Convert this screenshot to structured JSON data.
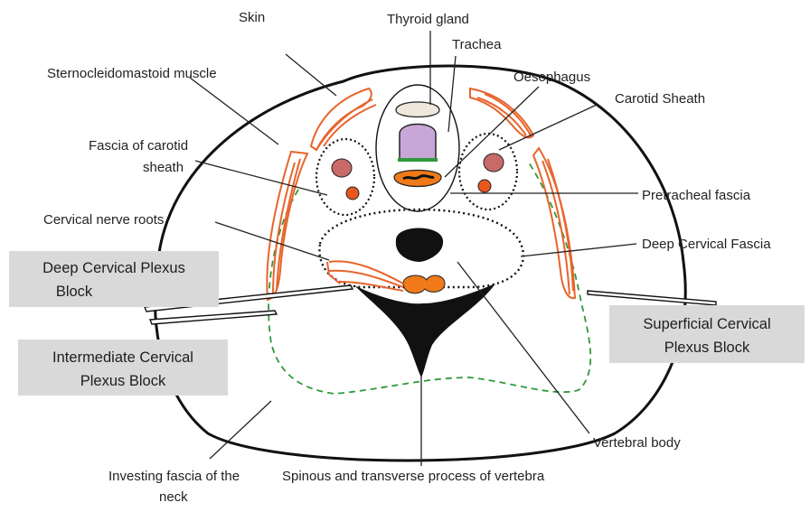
{
  "colors": {
    "muscle": "#e8642c",
    "fascia_green": "#2f9a3a",
    "trachea": "#c8a7d8",
    "trachea_outline": "#222222",
    "thyroid": "#efe6dc",
    "oesophagus": "#f07a18",
    "artery": "#c86a6a",
    "vein": "#e8581e",
    "label_box": "#d9d9d9",
    "outline": "#111111"
  },
  "labels": {
    "skin": "Skin",
    "thyroid_gland": "Thyroid gland",
    "trachea": "Trachea",
    "oesophagus": "Oesophagus",
    "scm_muscle": "Sternocleidomastoid muscle",
    "carotid_sheath": "Carotid Sheath",
    "fascia_carotid_line1": "Fascia of carotid",
    "fascia_carotid_line2": "sheath",
    "pretracheal_fascia": "Pretracheal fascia",
    "cervical_nerve_roots": "Cervical nerve roots",
    "deep_cervical_fascia": "Deep Cervical Fascia",
    "vertebral_body": "Vertebral body",
    "investing_fascia_line1": "Investing fascia of the",
    "investing_fascia_line2": "neck",
    "spinous_process": "Spinous and transverse process of vertebra"
  },
  "blocks": {
    "deep_line1": "Deep Cervical Plexus",
    "deep_line2": "Block",
    "intermediate_line1": "Intermediate Cervical",
    "intermediate_line2": "Plexus Block",
    "superficial_line1": "Superficial Cervical",
    "superficial_line2": "Plexus Block"
  }
}
